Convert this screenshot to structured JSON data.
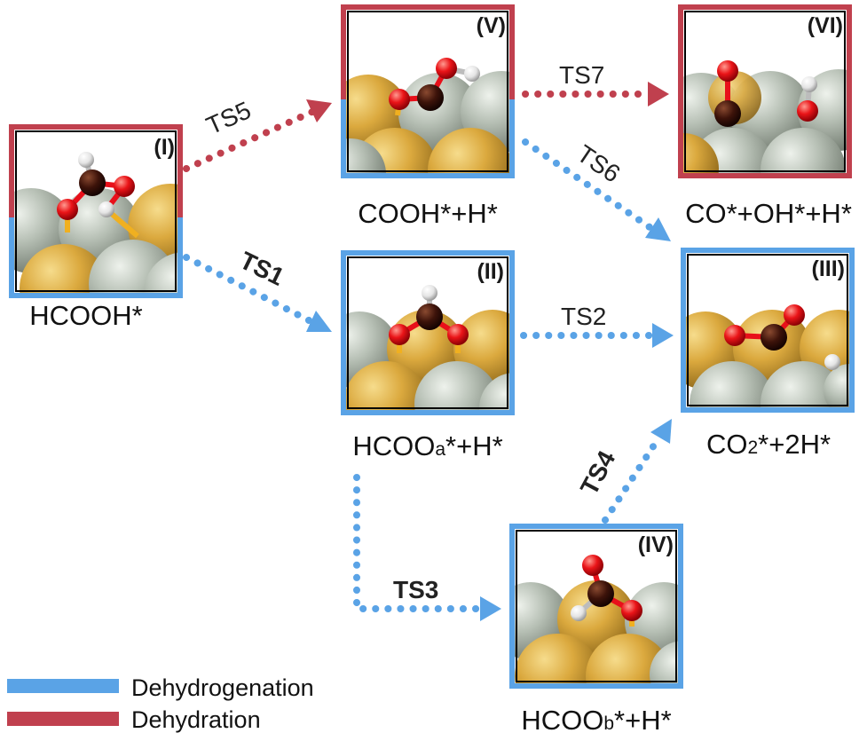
{
  "colors": {
    "dehydrogenation": "#5aa3e6",
    "dehydration": "#c0404e",
    "metal_gold": "#d9a73c",
    "metal_grey": "#b6bfb4",
    "carbon": "#3d130a",
    "oxygen": "#e8101a",
    "hydrogen": "#f2f2f2"
  },
  "states": {
    "I": {
      "panel": "(I)",
      "label": "HCOOH*"
    },
    "II": {
      "panel": "(II)",
      "label_pre": "HCOO",
      "label_sub": "a",
      "label_post": "*+H*"
    },
    "III": {
      "panel": "(III)",
      "label_pre": "CO",
      "label_sub": "2",
      "label_post": "*+2H*"
    },
    "IV": {
      "panel": "(IV)",
      "label_pre": "HCOO",
      "label_sub": "b",
      "label_post": "*+H*"
    },
    "V": {
      "panel": "(V)",
      "label": "COOH*+H*"
    },
    "VI": {
      "panel": "(VI)",
      "label": "CO*+OH*+H*"
    }
  },
  "transitions": {
    "TS1": "TS1",
    "TS2": "TS2",
    "TS3": "TS3",
    "TS4": "TS4",
    "TS5": "TS5",
    "TS6": "TS6",
    "TS7": "TS7"
  },
  "legend": {
    "dehydrogenation": "Dehydrogenation",
    "dehydration": "Dehydration"
  }
}
